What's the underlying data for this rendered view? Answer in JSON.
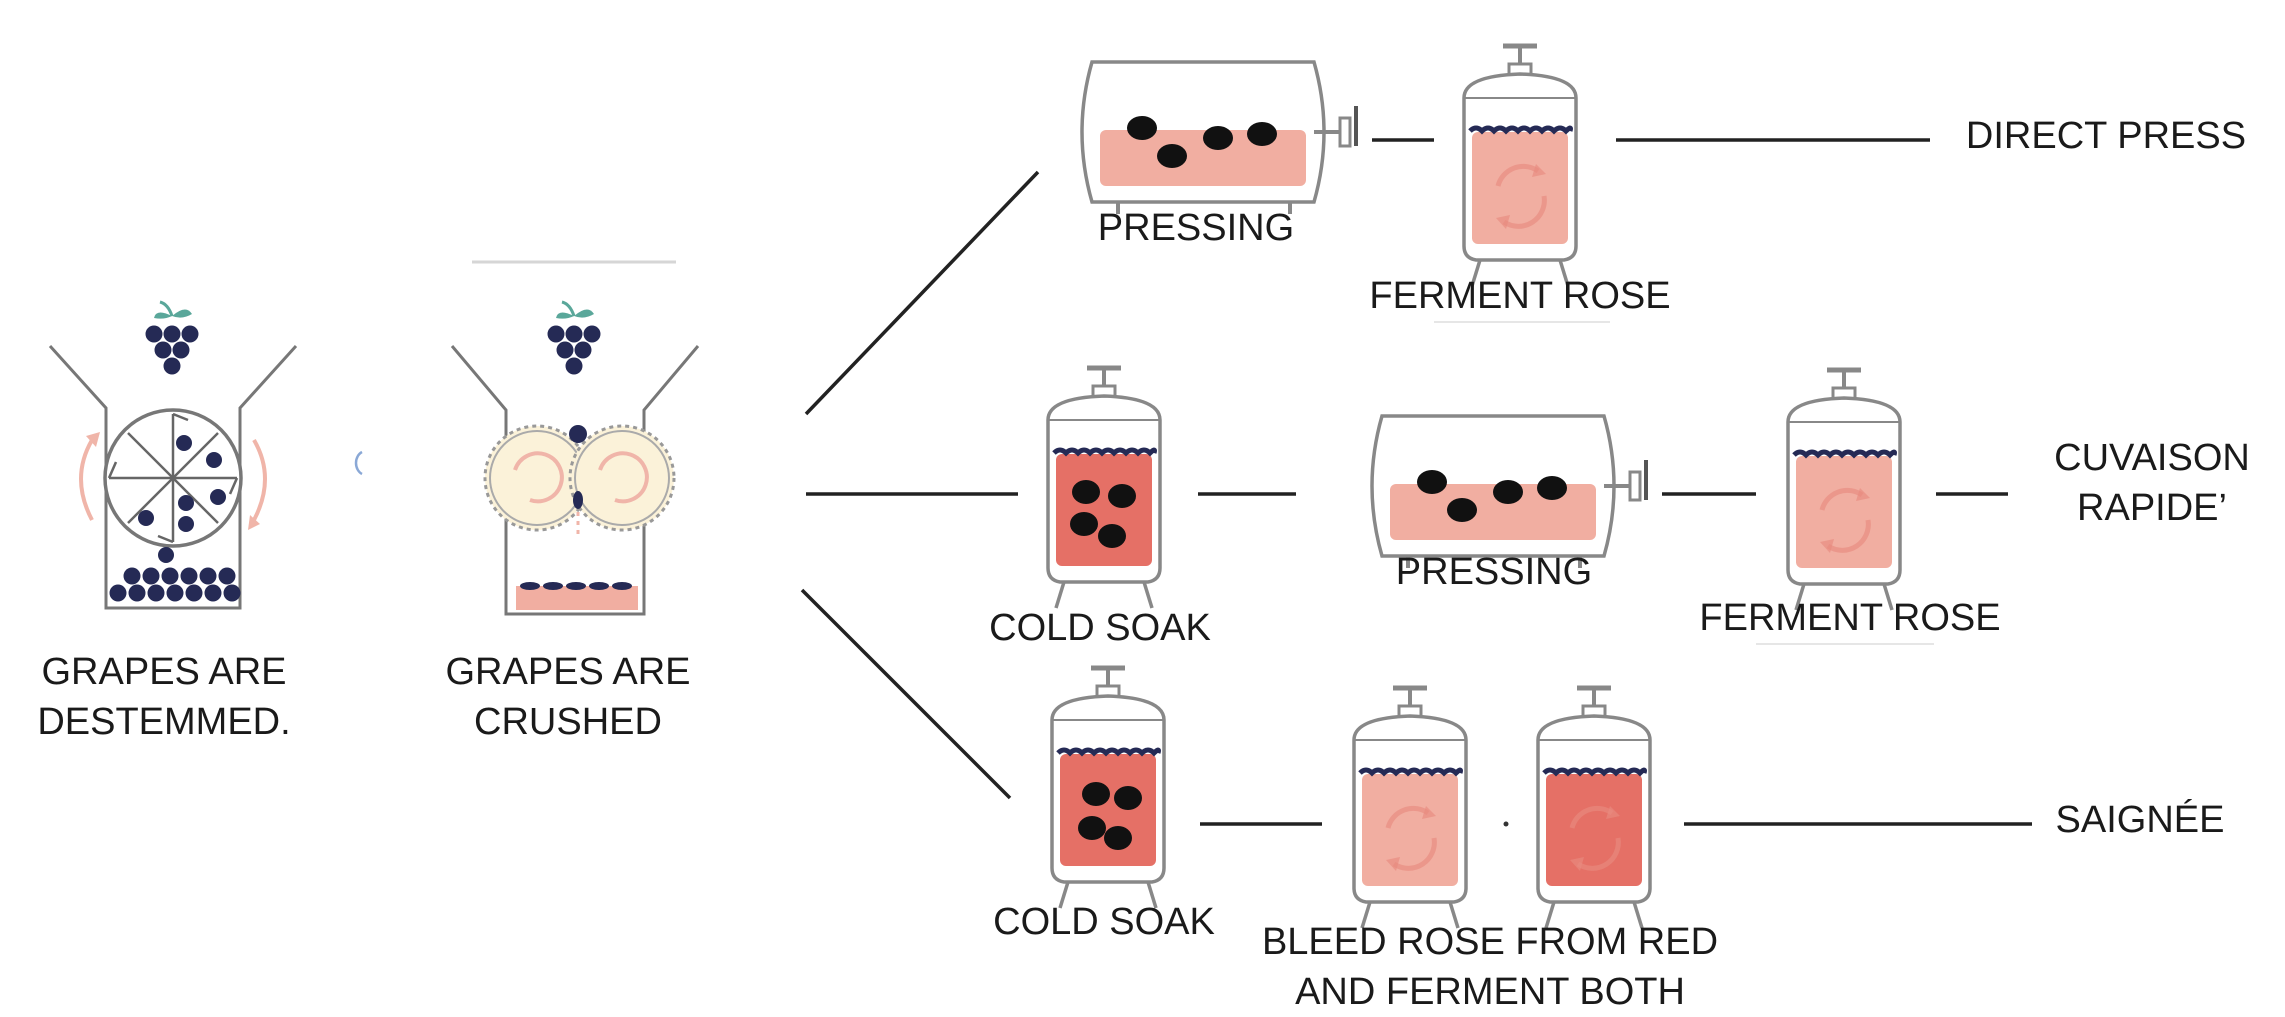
{
  "stages": {
    "destem": {
      "label_line1": "GRAPES ARE",
      "label_line2": "DESTEMMED."
    },
    "crush": {
      "label_line1": "GRAPES ARE",
      "label_line2": "CRUSHED"
    }
  },
  "routes": {
    "direct_press": {
      "name": "DIRECT PRESS",
      "pressing_label": "PRESSING",
      "ferment_label": "FERMENT ROSE"
    },
    "cuvaison": {
      "name_line1": "CUVAISON",
      "name_line2": "RAPIDE’",
      "cold_soak_label": "COLD SOAK",
      "pressing_label": "PRESSING",
      "ferment_label": "FERMENT ROSE"
    },
    "saignee": {
      "name": "SAIGNÉE",
      "cold_soak_label": "COLD SOAK",
      "bleed_line1": "BLEED  ROSE FROM RED",
      "bleed_line2": "AND FERMENT BOTH"
    }
  },
  "colors": {
    "line": "#222222",
    "vessel_outline": "#888888",
    "rose_juice": "#f1aea1",
    "red_juice": "#e57066",
    "grape": "#252a55",
    "skins": "#111111",
    "leaf": "#5aa79a",
    "roller": "#fbf2d9",
    "arrow": "#f0b5a9"
  }
}
